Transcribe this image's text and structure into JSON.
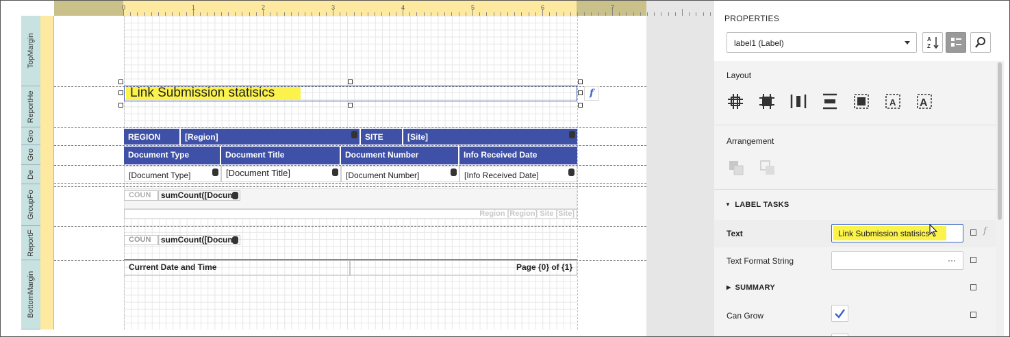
{
  "designer": {
    "ruler_numbers": [
      "0",
      "1",
      "2",
      "3",
      "4",
      "5",
      "6",
      "7"
    ],
    "bands": [
      {
        "label": "TopMargin"
      },
      {
        "label": "ReportHe"
      },
      {
        "label": "Gro"
      },
      {
        "label": "Gro"
      },
      {
        "label": "De"
      },
      {
        "label": "GroupFo"
      },
      {
        "label": "ReportF"
      },
      {
        "label": "BottomMargin"
      }
    ],
    "title_label": "Link Submission statisics",
    "group_header_1": {
      "region_caption": "REGION",
      "region_field": "[Region]",
      "site_caption": "SITE",
      "site_field": "[Site]"
    },
    "group_header_2": {
      "cols": [
        "Document Type",
        "Document Title",
        "Document Number",
        "Info Received Date"
      ]
    },
    "detail": {
      "cols": [
        "[Document Type]",
        "[Document Title]",
        "[Document Number]",
        "[Info Received Date]"
      ]
    },
    "group_footer": {
      "count_caption": "COUN",
      "count_expr": "sumCount([Docum",
      "summary_text": "Region [Region] Site [Site]"
    },
    "report_footer": {
      "count_caption": "COUN",
      "count_expr": "sumCount([Docum"
    },
    "page_footer": {
      "left_text": "Current Date and Time",
      "right_text": "Page {0} of {1}"
    }
  },
  "panel": {
    "title": "PROPERTIES",
    "component_select": "label1 (Label)",
    "layout_title": "Layout",
    "layout_icons": [
      "align-to-grid-icon",
      "size-to-grid-icon",
      "center-horizontally-icon",
      "center-vertically-icon",
      "fit-bounds-icon",
      "fit-text-to-bounds-icon",
      "fit-bounds-to-text-icon"
    ],
    "arrangement_title": "Arrangement",
    "label_tasks_title": "LABEL TASKS",
    "text_label": "Text",
    "text_value": "Link Submission statisics",
    "format_label": "Text Format String",
    "format_ellipsis": "···",
    "summary_label": "SUMMARY",
    "can_grow_label": "Can Grow",
    "fx_glyph": "f",
    "colors": {
      "accent": "#3f51a6",
      "highlight": "#fbf24b",
      "band_label": "#c8e2e2",
      "ruler": "#fde9a0"
    }
  }
}
